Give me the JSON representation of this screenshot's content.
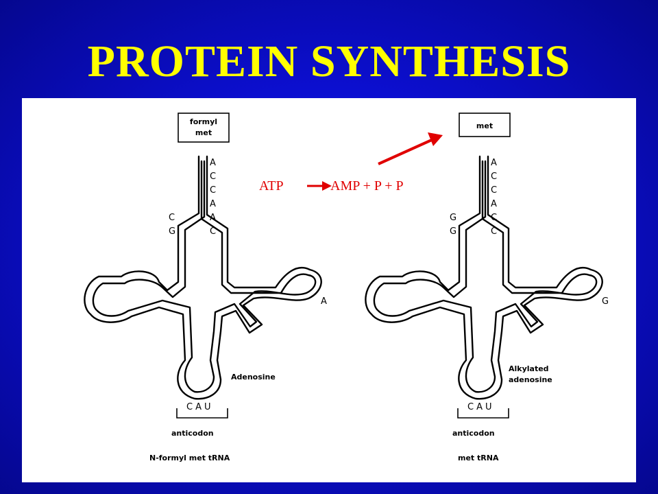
{
  "slide": {
    "title": "PROTEIN SYNTHESIS"
  },
  "reaction": {
    "reactant": "ATP",
    "products": "AMP + P + P",
    "arrow_color": "#e00000"
  },
  "left_trna": {
    "amino_acid_box": [
      "formyl",
      "met"
    ],
    "acceptor_stem": [
      "A",
      "C",
      "C",
      "A",
      "A",
      "C"
    ],
    "pair_bases": [
      "C",
      "G"
    ],
    "tpsic_loop_label": "A",
    "anticodon": "CAU",
    "modified_base_label": "Adenosine",
    "anticodon_label": "anticodon",
    "caption": "N-formyl met tRNA"
  },
  "right_trna": {
    "amino_acid_box": [
      "met"
    ],
    "acceptor_stem": [
      "A",
      "C",
      "C",
      "A",
      "C",
      "C"
    ],
    "pair_bases": [
      "G",
      "G"
    ],
    "tpsic_loop_label": "G",
    "anticodon": "CAU",
    "modified_base_label": [
      "Alkylated",
      "adenosine"
    ],
    "anticodon_label": "anticodon",
    "caption": "met tRNA"
  },
  "colors": {
    "background": "#0c0fd0",
    "title": "#ffff00",
    "panel": "#ffffff",
    "annotation": "#e00000"
  }
}
